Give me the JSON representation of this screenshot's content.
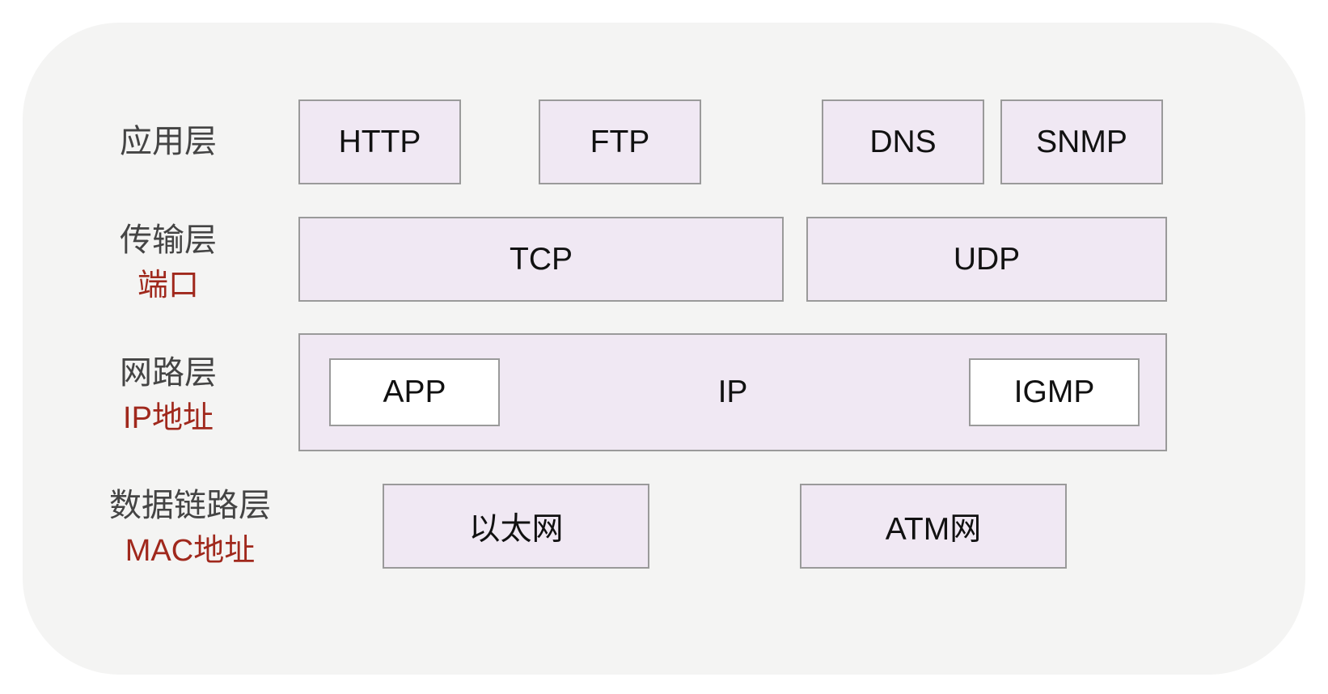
{
  "layers": {
    "application": {
      "name": "应用层"
    },
    "transport": {
      "name": "传输层",
      "addr": "端口"
    },
    "network": {
      "name": "网路层",
      "addr": "IP地址"
    },
    "datalink": {
      "name": "数据链路层",
      "addr": "MAC地址"
    }
  },
  "protocols": {
    "http": "HTTP",
    "ftp": "FTP",
    "dns": "DNS",
    "snmp": "SNMP",
    "tcp": "TCP",
    "udp": "UDP",
    "ip": "IP",
    "app": "APP",
    "igmp": "IGMP",
    "ethernet": "以太网",
    "atm": "ATM网"
  },
  "colors": {
    "panel_background": "#f4f4f3",
    "box_fill": "#f0e8f3",
    "box_border": "#9a9a9a",
    "layer_name": "#444444",
    "address_label": "#a0281c"
  }
}
